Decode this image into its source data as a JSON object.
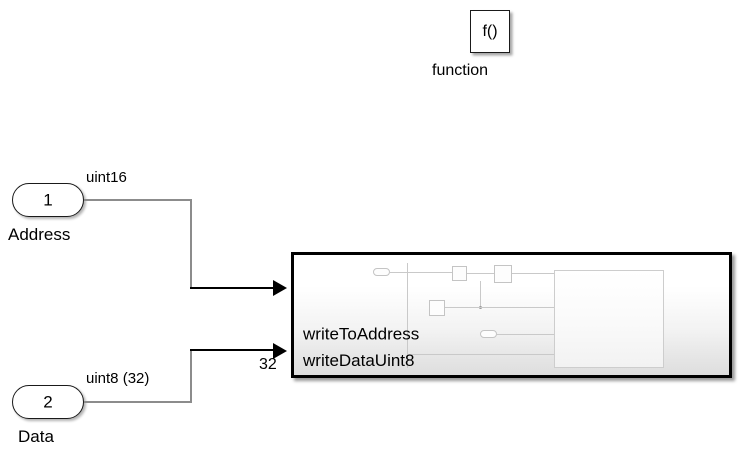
{
  "diagram": {
    "function_block": {
      "text": "f()",
      "caption": "function"
    },
    "inports": [
      {
        "number": "1",
        "name": "Address",
        "signal_label": "uint16"
      },
      {
        "number": "2",
        "name": "Data",
        "signal_label": "uint8 (32)",
        "width_label": "32"
      }
    ],
    "subsystem": {
      "input_ports": [
        {
          "label": "writeToAddress"
        },
        {
          "label": "writeDataUint8"
        }
      ]
    },
    "colors": {
      "line": "#000000",
      "wire_grey": "#8c8c8c",
      "block_border": "#000000",
      "ghost": "#c9c9c9",
      "background": "#ffffff"
    }
  }
}
